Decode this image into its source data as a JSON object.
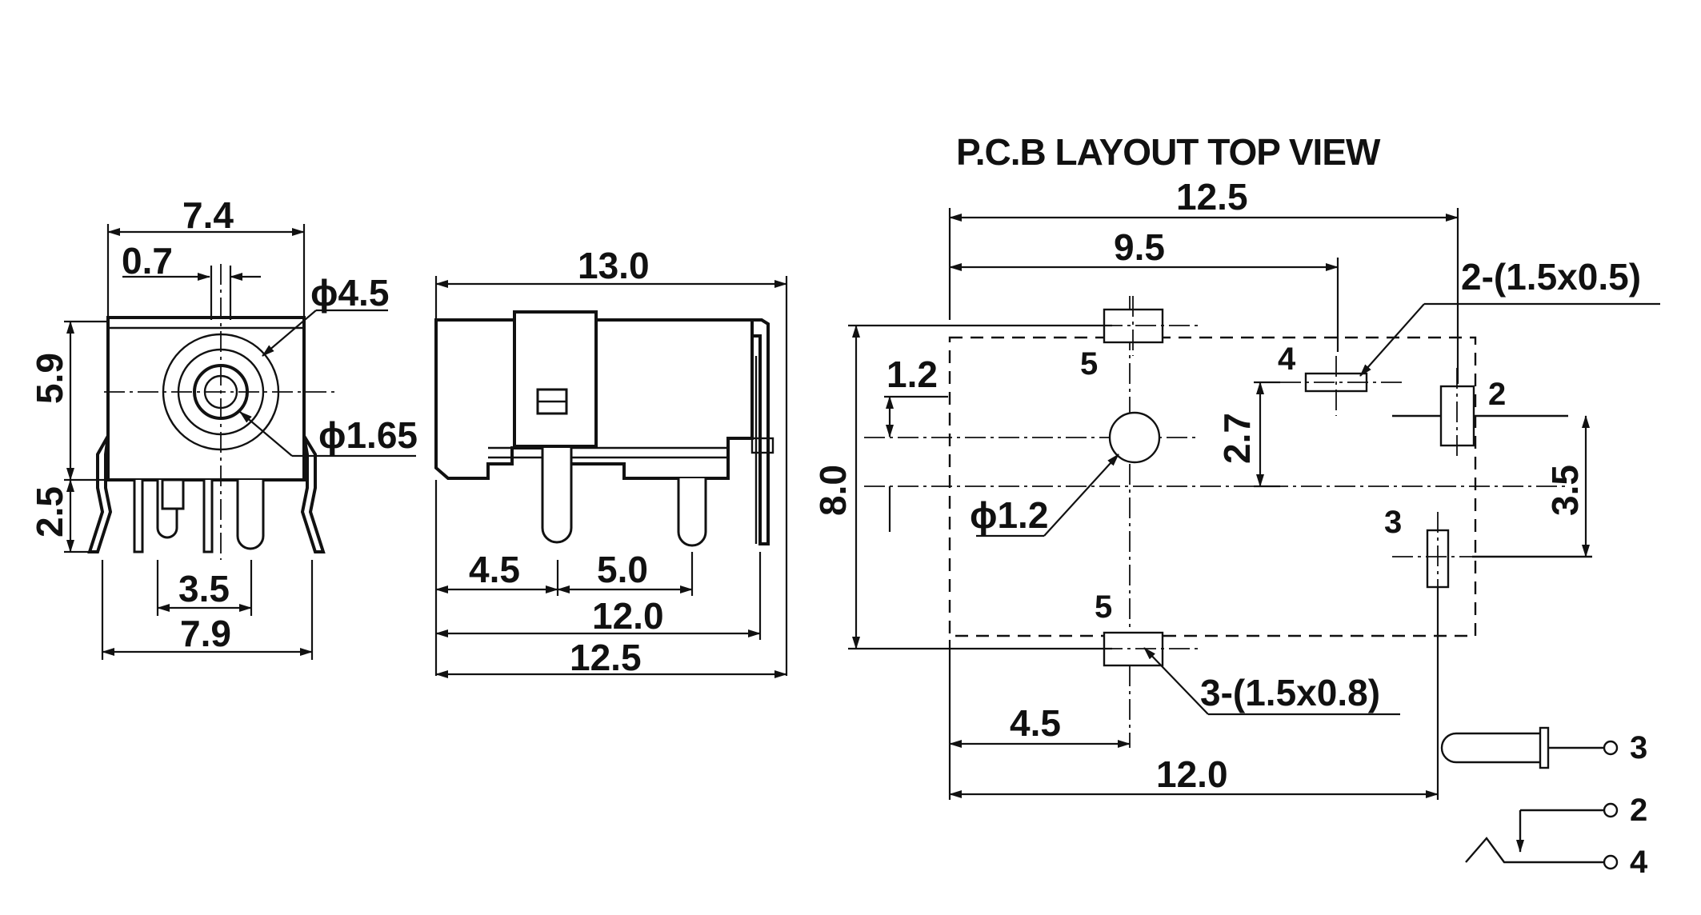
{
  "title": "P.C.B LAYOUT  TOP VIEW",
  "front_view": {
    "width_top": "7.4",
    "offset": "0.7",
    "bore_outer": "ϕ4.5",
    "bore_inner": "ϕ1.65",
    "height_body": "5.9",
    "height_pins": "2.5",
    "pin_pitch": "3.5",
    "width_bottom": "7.9"
  },
  "side_view": {
    "length_top": "13.0",
    "pin_offset": "4.5",
    "pin_pitch": "5.0",
    "length_pins": "12.0",
    "length_total": "12.5"
  },
  "pcb_layout": {
    "width_total": "12.5",
    "width_pin4": "9.5",
    "slot_spec_small": "2-(1.5x0.5)",
    "slot_spec_large": "3-(1.5x0.8)",
    "offset_hole": "1.2",
    "height_total": "8.0",
    "height_pin4": "2.7",
    "height_pin3": "3.5",
    "hole_dia": "ϕ1.2",
    "offset_pin5": "4.5",
    "width_pins": "12.0",
    "pad_labels": {
      "p5_top": "5",
      "p4": "4",
      "p2": "2",
      "p3": "3",
      "p5_bottom": "5"
    }
  },
  "schematic": {
    "pins": {
      "a": "3",
      "b": "2",
      "c": "4"
    }
  }
}
